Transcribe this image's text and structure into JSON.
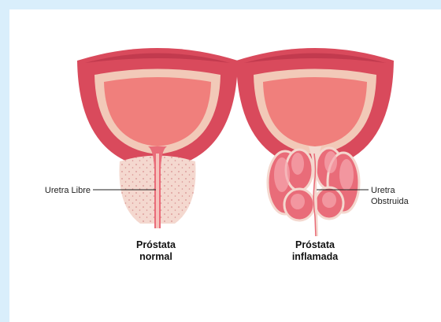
{
  "labels": {
    "free_urethra": "Uretra Libre",
    "obstructed_line1": "Uretra",
    "obstructed_line2": "Obstruida"
  },
  "captions": {
    "normal_line1": "Próstata",
    "normal_line2": "normal",
    "inflamed_line1": "Próstata",
    "inflamed_line2": "inflamada"
  },
  "colors": {
    "frame_bg": "#d9eefb",
    "card_bg": "#ffffff",
    "bladder_outer": "#d94a5c",
    "bladder_ring": "#f2c9b8",
    "bladder_inner": "#f07f7c",
    "prostate_normal": "#f4d8cf",
    "prostate_inflamed": "#e96c79",
    "lobe_highlight": "#f6a8b0",
    "leader_line": "#222222"
  }
}
